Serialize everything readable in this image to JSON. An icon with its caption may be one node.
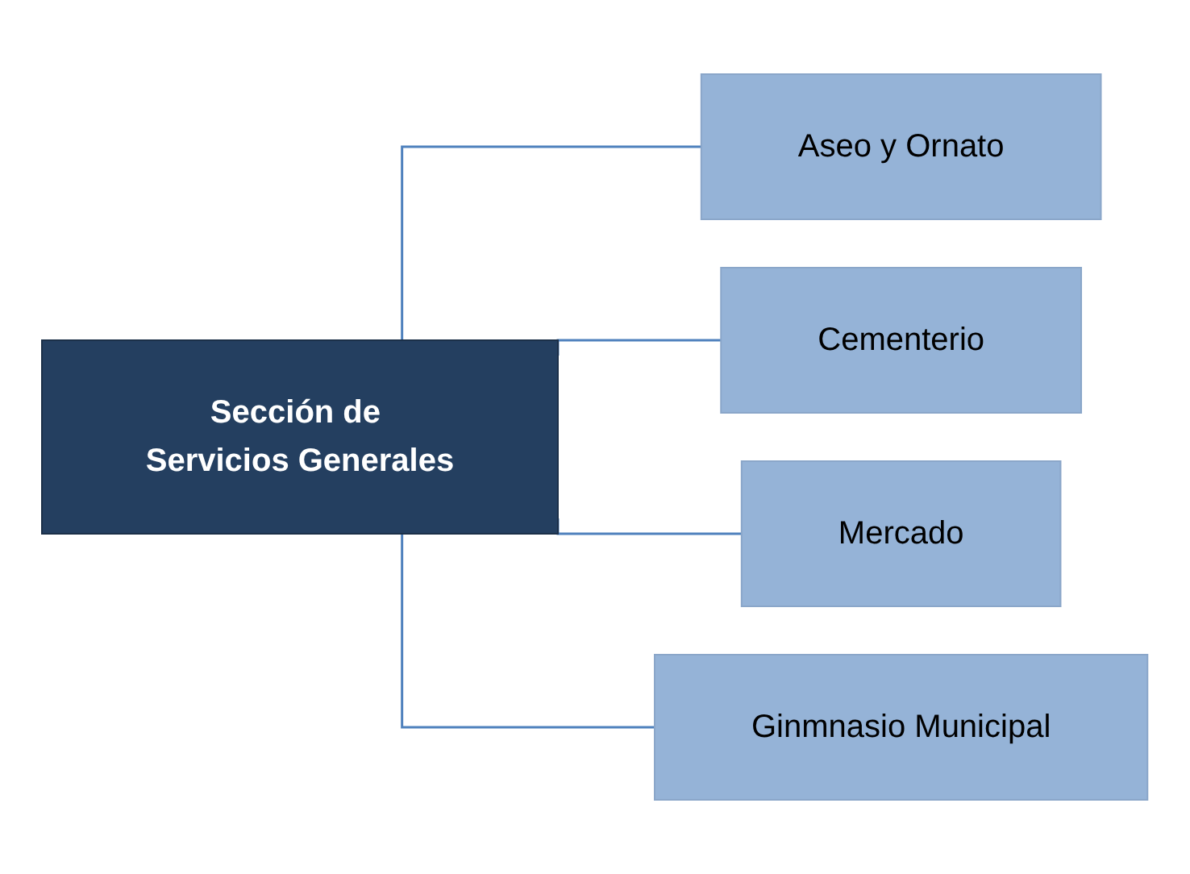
{
  "diagram": {
    "nodes": [
      {
        "text": [
          "Sección de Servicios Generales"
        ]
      },
      {
        "text": [
          "Aseo y Ornato"
        ]
      },
      {
        "text": [
          "Cementerio"
        ]
      },
      {
        "text": [
          "Mercado"
        ]
      },
      {
        "text": [
          "Ginmnasio Municipal"
        ]
      }
    ],
    "edges": [
      {
        "from": 0,
        "to": 1,
        "arrow": "none"
      },
      {
        "from": 0,
        "to": 2,
        "arrow": "none"
      },
      {
        "from": 0,
        "to": 3,
        "arrow": "none"
      },
      {
        "from": 0,
        "to": 4,
        "arrow": "none"
      }
    ]
  }
}
